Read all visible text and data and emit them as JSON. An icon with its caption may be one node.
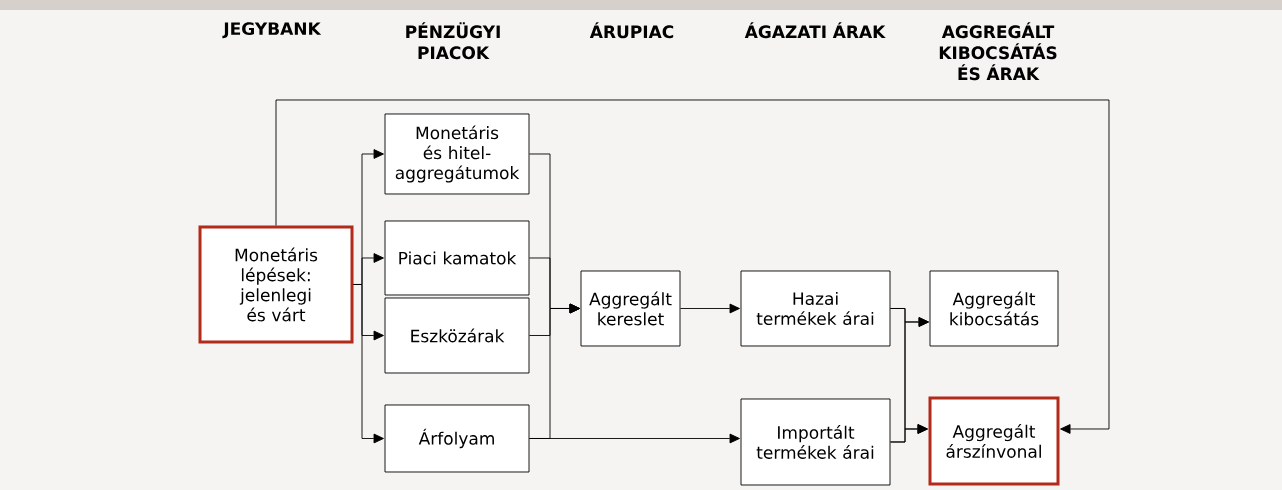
{
  "diagram": {
    "nodes": [
      {
        "text": [
          "Monetáris lépések: jelenlegi és várt"
        ]
      },
      {
        "text": [
          "Monetáris és hitel-aggregátumok"
        ]
      },
      {
        "text": [
          "Piaci kamatok"
        ]
      },
      {
        "text": [
          "Eszközárak"
        ]
      },
      {
        "text": [
          "Árfolyam"
        ]
      },
      {
        "text": [
          "Aggregált kereslet"
        ]
      },
      {
        "text": [
          "Hazai termékek árai"
        ]
      },
      {
        "text": [
          "Aggregált kibocsátás"
        ]
      },
      {
        "text": [
          "Importált termékek árai"
        ]
      },
      {
        "text": [
          "Aggregált árszínvonal"
        ]
      }
    ],
    "edges": [
      {
        "from": 0,
        "to": 1,
        "arrow": "to"
      },
      {
        "from": 0,
        "to": 2,
        "arrow": "to"
      },
      {
        "from": 0,
        "to": 3,
        "arrow": "to"
      },
      {
        "from": 0,
        "to": 4,
        "arrow": "to"
      },
      {
        "from": 1,
        "to": 5,
        "arrow": "to"
      },
      {
        "from": 2,
        "to": 5,
        "arrow": "to"
      },
      {
        "from": 3,
        "to": 5,
        "arrow": "to"
      },
      {
        "from": 4,
        "to": 5,
        "arrow": "to"
      },
      {
        "from": 4,
        "to": 8,
        "arrow": "to"
      },
      {
        "from": 5,
        "to": 6,
        "arrow": "to"
      },
      {
        "from": 6,
        "to": 7,
        "arrow": "to"
      },
      {
        "from": 6,
        "to": 9,
        "arrow": "to"
      },
      {
        "from": 8,
        "to": 7,
        "arrow": "to"
      },
      {
        "from": 8,
        "to": 9,
        "arrow": "to"
      },
      {
        "from": 0,
        "to": 9,
        "arrow": "to"
      }
    ],
    "labels": [
      "JEGYBANK",
      "PÉNZÜGYI PIACOK",
      "ÁRUPIAC",
      "ÁGAZATI ÁRAK",
      "AGGREGÁLT KIBOCSÁTÁS ÉS ÁRAK"
    ]
  }
}
